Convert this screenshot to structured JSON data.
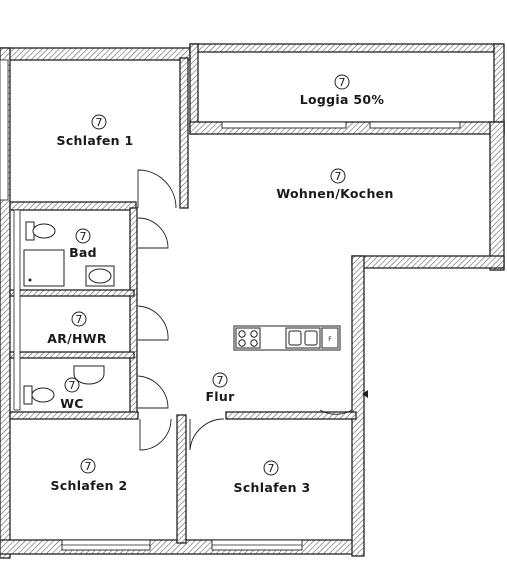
{
  "rooms": {
    "loggia": {
      "number": "7",
      "label": "Loggia 50%"
    },
    "schlafen1": {
      "number": "7",
      "label": "Schlafen 1"
    },
    "wohnen": {
      "number": "7",
      "label": "Wohnen/Kochen"
    },
    "bad": {
      "number": "7",
      "label": "Bad"
    },
    "ar": {
      "number": "7",
      "label": "AR/HWR"
    },
    "wc": {
      "number": "7",
      "label": "WC"
    },
    "flur": {
      "number": "7",
      "label": "Flur"
    },
    "schlafen2": {
      "number": "7",
      "label": "Schlafen 2"
    },
    "schlafen3": {
      "number": "7",
      "label": "Schlafen 3"
    }
  },
  "kitchen": {
    "fridge_label": "F"
  },
  "colors": {
    "wall": "#222222",
    "hatch": "#555555",
    "background": "#ffffff"
  }
}
